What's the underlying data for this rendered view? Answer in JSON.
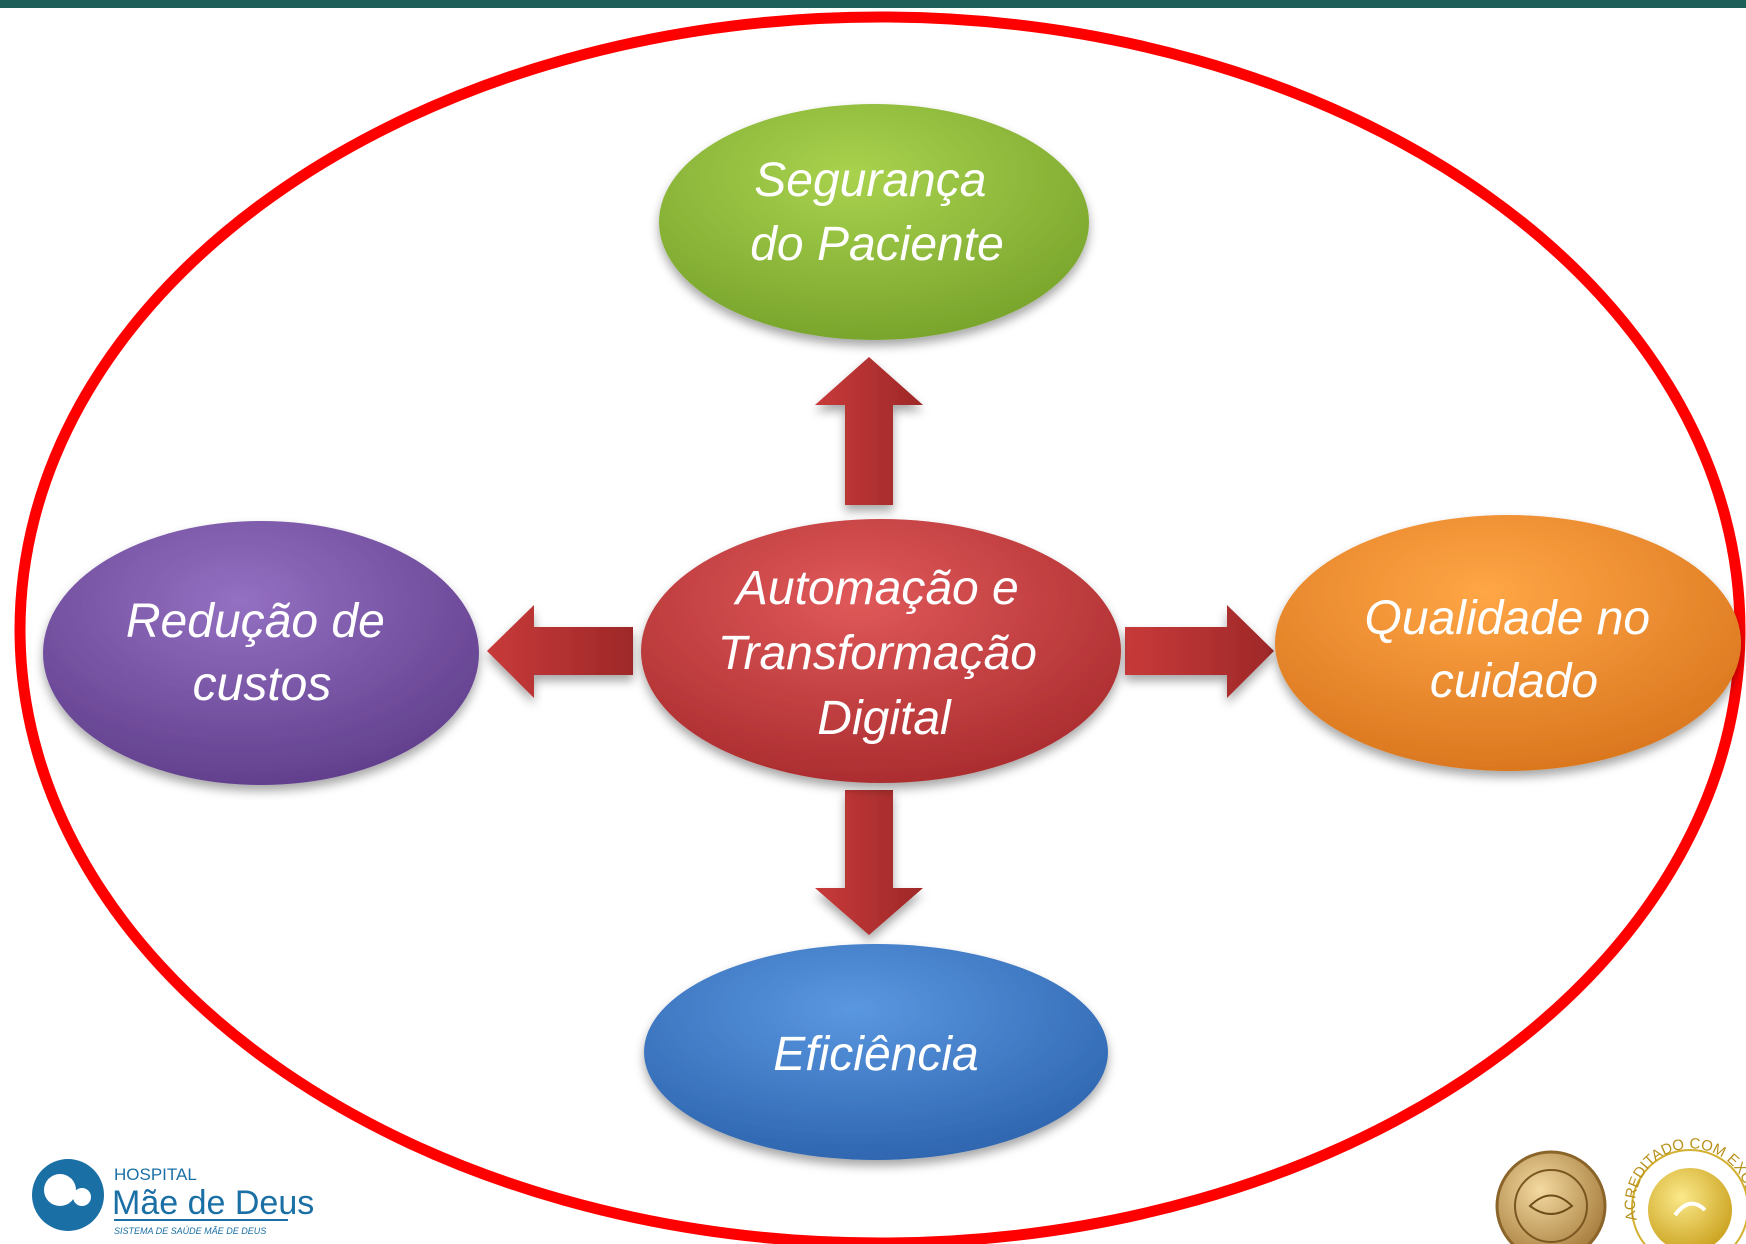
{
  "diagram": {
    "center": {
      "lines": [
        "Automação e",
        "Transformação",
        "Digital"
      ],
      "color": "#c0393b"
    },
    "top": {
      "lines": [
        "Segurança",
        "do Paciente"
      ],
      "color": "#8fbc3a"
    },
    "left": {
      "lines": [
        "Redução de",
        "custos"
      ],
      "color": "#7a55a3"
    },
    "right": {
      "lines": [
        "Qualidade no",
        "cuidado"
      ],
      "color": "#f08a24"
    },
    "bottom": {
      "lines": [
        "Eficiência"
      ],
      "color": "#3a7bc8"
    },
    "frame_color": "#ff0000",
    "arrow_color": "#b5302f"
  },
  "header_bar_color": "#1f5f5a",
  "logo": {
    "line1": "HOSPITAL",
    "line2": "Mãe de Deus",
    "line3": "SISTEMA DE SAÚDE MÃE DE DEUS",
    "color": "#1a6fa5"
  },
  "seal": {
    "text": "ACREDITADO COM EXCELÊNCIA"
  }
}
